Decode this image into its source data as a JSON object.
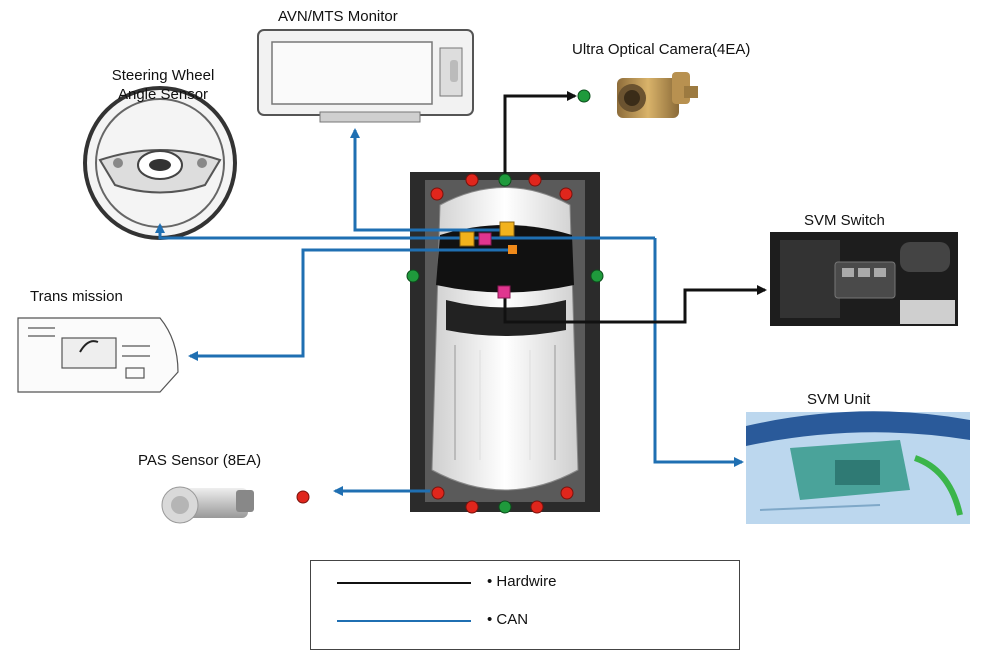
{
  "labels": {
    "monitor": "AVN/MTS Monitor",
    "camera": "Ultra Optical Camera(4EA)",
    "steering_line1": "Steering Wheel",
    "steering_line2": "Angle Sensor",
    "transmission": "Trans mission",
    "svm_switch": "SVM Switch",
    "svm_unit": "SVM Unit",
    "pas_sensor": "PAS Sensor (8EA)"
  },
  "legend": {
    "hardwire": "• Hardwire",
    "can": "• CAN"
  },
  "colors": {
    "hardwire": "#111111",
    "can": "#1f6fb2",
    "camera_dot": "#1f9a3c",
    "sensor_dot": "#e0261c",
    "controller": "#f2b21c",
    "switch_node": "#e0358f",
    "tcu_node": "#f08a1a"
  }
}
